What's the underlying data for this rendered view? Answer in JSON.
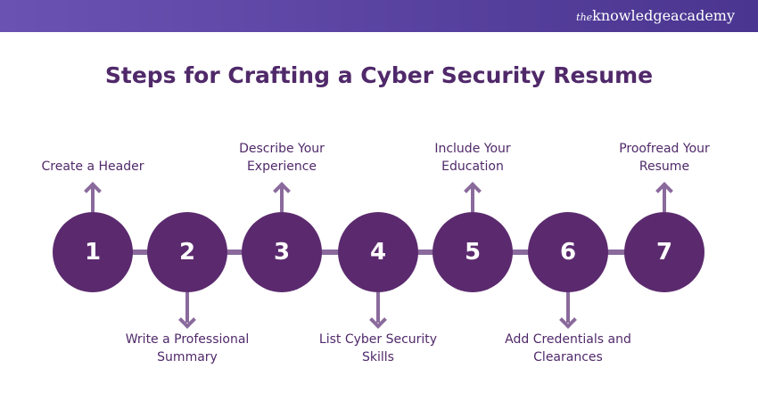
{
  "brand": {
    "prefix": "the",
    "name": "knowledgeacademy"
  },
  "title": "Steps for Crafting a Cyber Security Resume",
  "steps": [
    {
      "number": "1",
      "label": "Create a Header",
      "position": "top"
    },
    {
      "number": "2",
      "label": "Write a Professional Summary",
      "position": "bottom"
    },
    {
      "number": "3",
      "label": "Describe Your Experience",
      "position": "top"
    },
    {
      "number": "4",
      "label": "List Cyber Security Skills",
      "position": "bottom"
    },
    {
      "number": "5",
      "label": "Include Your Education",
      "position": "top"
    },
    {
      "number": "6",
      "label": "Add Credentials and Clearances",
      "position": "bottom"
    },
    {
      "number": "7",
      "label": "Proofread Your Resume",
      "position": "top"
    }
  ],
  "colors": {
    "circle": "#5b2a6e",
    "connector": "#8a6a9c",
    "title": "#50296a"
  }
}
